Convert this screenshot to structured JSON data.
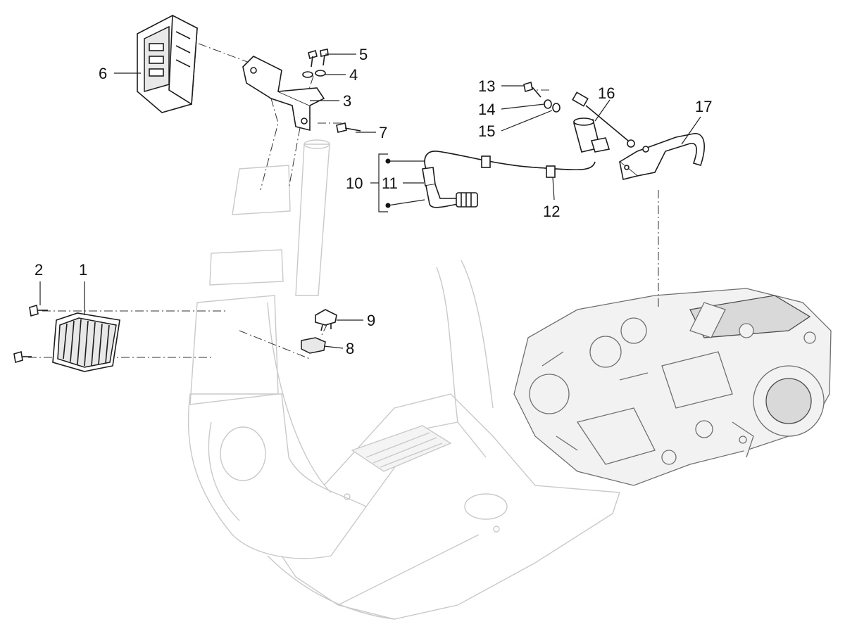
{
  "callouts": [
    {
      "id": "1",
      "label": "1"
    },
    {
      "id": "2",
      "label": "2"
    },
    {
      "id": "3",
      "label": "3"
    },
    {
      "id": "4",
      "label": "4"
    },
    {
      "id": "5",
      "label": "5"
    },
    {
      "id": "6",
      "label": "6"
    },
    {
      "id": "7",
      "label": "7"
    },
    {
      "id": "8",
      "label": "8"
    },
    {
      "id": "9",
      "label": "9"
    },
    {
      "id": "10",
      "label": "10"
    },
    {
      "id": "11",
      "label": "11"
    },
    {
      "id": "12",
      "label": "12"
    },
    {
      "id": "13",
      "label": "13"
    },
    {
      "id": "14",
      "label": "14"
    },
    {
      "id": "15",
      "label": "15"
    },
    {
      "id": "16",
      "label": "16"
    },
    {
      "id": "17",
      "label": "17"
    }
  ],
  "parts": {
    "p1": "voltage-regulator",
    "p2": "screw",
    "p3": "mounting-bracket",
    "p4": "washer",
    "p5": "bolt",
    "p6": "control-unit",
    "p7": "screw",
    "p8": "rubber-block",
    "p9": "relay",
    "p10": "ht-cable-assembly",
    "p11": "spark-plug-cap",
    "p12": "ht-cable",
    "p13": "bolt",
    "p14": "washer",
    "p15": "washer",
    "p16": "ground-cable",
    "p17": "coil-bracket"
  },
  "colors": {
    "line": "#1c1c1c",
    "ghost": "#c9c9c9",
    "background": "#ffffff"
  }
}
